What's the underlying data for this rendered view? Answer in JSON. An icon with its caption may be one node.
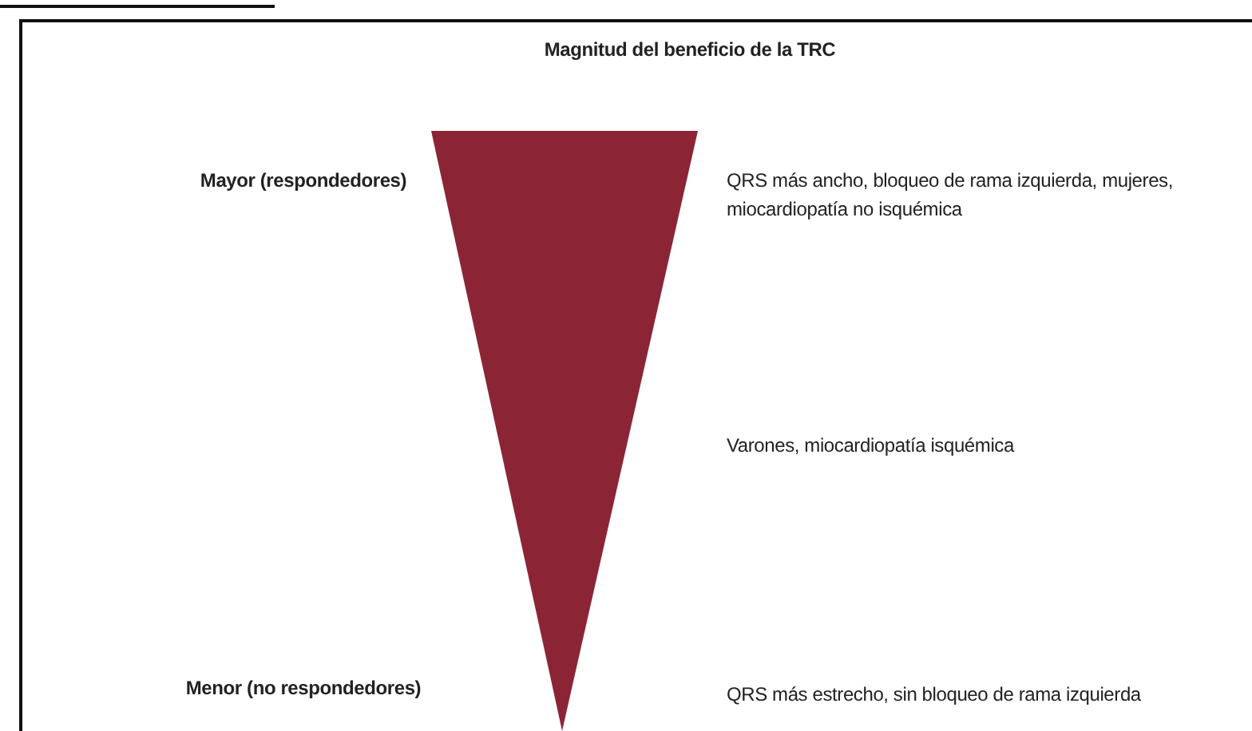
{
  "diagram": {
    "title": "Magnitud del beneficio de la TRC",
    "labels": [
      "Mayor (respondedores)",
      "QRS más ancho, bloqueo de rama izquierda, mujeres, miocardiopatía no isquémica",
      "Varones, miocardiopatía isquémica",
      "Menor (no respondedores)",
      "QRS más estrecho, sin bloqueo de rama izquierda"
    ]
  }
}
